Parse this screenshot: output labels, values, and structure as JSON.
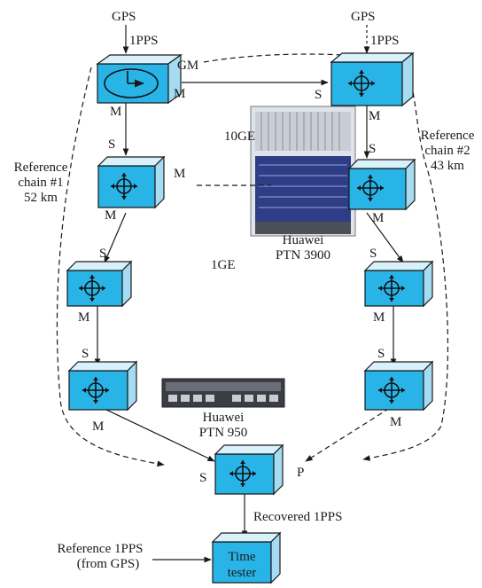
{
  "labels": {
    "gps_left": "GPS",
    "gps_right": "GPS",
    "pps_left": "1PPS",
    "pps_right": "1PPS",
    "gm": "GM",
    "m_gm_right": "M",
    "m_gm_down": "M",
    "s_right_top": "S",
    "m_right_top": "M",
    "s_l2": "S",
    "m_l2_right": "M",
    "m_l2_down": "M",
    "s_r2": "S",
    "m_r2": "M",
    "label_10ge": "10GE",
    "ref_chain1": "Reference",
    "ref_chain1_b": "chain #1",
    "ref_chain1_c": "52 km",
    "ref_chain2": "Reference",
    "ref_chain2_b": "chain #2",
    "ref_chain2_c": "43 km",
    "huawei_3900_a": "Huawei",
    "huawei_3900_b": "PTN 3900",
    "s_l3": "S",
    "s_r3": "S",
    "label_1ge": "1GE",
    "m_l3": "M",
    "m_r3": "M",
    "s_l4": "S",
    "s_r4": "S",
    "huawei_950_a": "Huawei",
    "huawei_950_b": "PTN 950",
    "m_l4": "M",
    "m_r4": "M",
    "s_slave": "S",
    "p_slave": "P",
    "recovered": "Recovered 1PPS",
    "ref_1pps_a": "Reference 1PPS",
    "ref_1pps_b": "(from GPS)",
    "tester_a": "Time",
    "tester_b": "tester"
  },
  "icons": {
    "grandmaster": "clock-icon",
    "boundary": "four-way-arrows-icon",
    "equipment": "rack-equipment-icon"
  },
  "colors": {
    "box_front": "#29b4e8",
    "box_top": "#d9f1fb",
    "box_side": "#a6dcf2"
  }
}
